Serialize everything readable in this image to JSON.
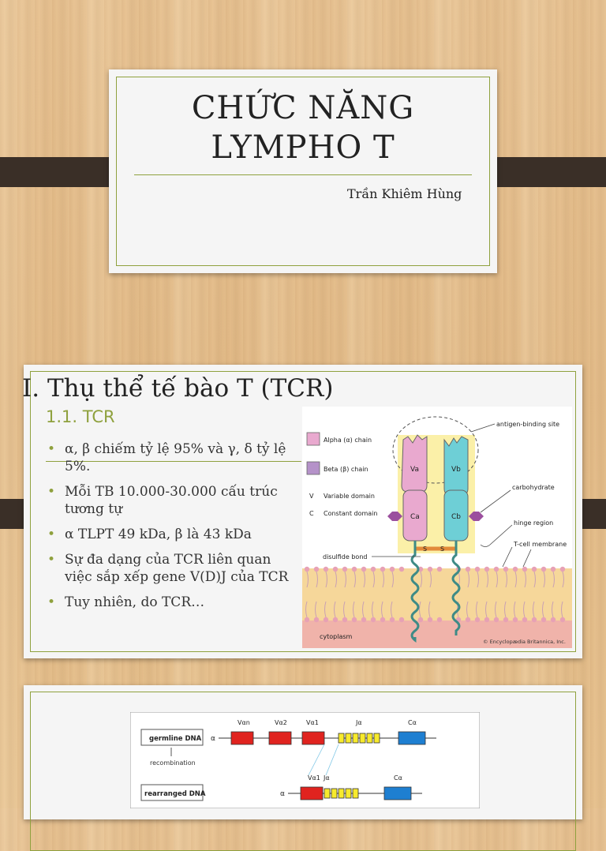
{
  "slide1": {
    "title_line1": "CHỨC NĂNG",
    "title_line2": "LYMPHO T",
    "author": "Trần Khiêm Hùng"
  },
  "slide2": {
    "title": "I. Thụ thể tế bào T (TCR)",
    "subtitle": "1.1. TCR",
    "bullets": [
      "α, β chiếm tỷ lệ 95% và γ, δ tỷ lệ 5%.",
      "Mỗi TB 10.000-30.000 cấu trúc tương tự",
      "α TLPT 49 kDa, β là 43 kDa",
      "Sự đa dạng của TCR liên quan việc sắp xếp gene V(D)J của TCR",
      "Tuy nhiên, do TCR…"
    ],
    "figure": {
      "legend_alpha": "Alpha (α) chain",
      "legend_beta": "Beta (β) chain",
      "legend_v": "V",
      "legend_v_text": "Variable domain",
      "legend_c": "C",
      "legend_c_text": "Constant domain",
      "label_antigen": "antigen-binding site",
      "label_carbohydrate": "carbohydrate",
      "label_hinge": "hinge region",
      "label_membrane": "T-cell membrane",
      "label_disulfide": "disulfide bond",
      "label_cytoplasm": "cytoplasm",
      "label_va": "Va",
      "label_vb": "Vb",
      "label_ca": "Ca",
      "label_cb": "Cb",
      "label_s1": "S",
      "label_s2": "S",
      "credit": "© Encyclopædia Britannica, Inc.",
      "colors": {
        "alpha": "#e9a9cf",
        "beta": "#6ecfd6",
        "carbohydrate": "#9b4f9e",
        "highlight": "#fbf0a8",
        "membrane": "#f6d79a",
        "cytoplasm": "#f0b3aa"
      }
    }
  },
  "slide3": {
    "figure": {
      "germline_label": "germline DNA",
      "recombination_label": "recombination",
      "rearranged_label": "rearranged DNA",
      "alpha1": "α",
      "alpha2": "α",
      "va_n": "Vαn",
      "va2": "Vα2",
      "va1_top": "Vα1",
      "ja_top": "Jα",
      "ca_top": "Cα",
      "va1_bottom": "Vα1",
      "ja_bottom": "Jα",
      "ca_bottom": "Cα"
    }
  }
}
